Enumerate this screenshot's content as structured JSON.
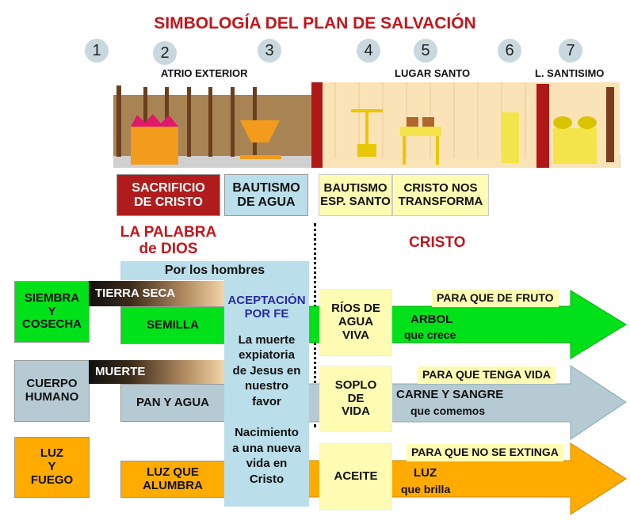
{
  "title": "SIMBOLOGÍA DEL PLAN DE SALVACIÓN",
  "numbers": [
    "1",
    "2",
    "3",
    "4",
    "5",
    "6",
    "7"
  ],
  "areas": {
    "atrio": "ATRIO EXTERIOR",
    "lugar": "LUGAR SANTO",
    "santisimo": "L. SANTISIMO"
  },
  "top_boxes": {
    "sacrificio": [
      "SACRIFICIO",
      "DE CRISTO"
    ],
    "bautismo_agua": [
      "BAUTISMO",
      "DE AGUA"
    ],
    "bautismo_esp": [
      "BAUTISMO",
      "ESP. SANTO"
    ],
    "transforma": [
      "CRISTO NOS",
      "TRANSFORMA"
    ]
  },
  "palabra": [
    "LA PALABRA",
    "de DIOS"
  ],
  "cristo": "CRISTO",
  "por_los_hombres": "Por los hombres",
  "column": {
    "aceptacion": [
      "ACEPTACIÓN",
      "POR FE"
    ],
    "muerte": [
      "La muerte",
      "expiatoria",
      "de Jesus en",
      "nuestro",
      "favor"
    ],
    "nacimiento": [
      "Nacimiento",
      "a una nueva",
      "vida en",
      "Cristo"
    ]
  },
  "rows": [
    {
      "left": [
        "SIEMBRA",
        "Y",
        "COSECHA"
      ],
      "bar": "TIERRA SECA",
      "item": "SEMILLA",
      "yellow": [
        "RÍOS DE",
        "AGUA",
        "VIVA"
      ],
      "tag": "PARA QUE DE FRUTO",
      "result": "ARBOL",
      "result_sub": "que crece",
      "color": "#00e11a"
    },
    {
      "left": [
        "CUERPO",
        "HUMANO"
      ],
      "bar": "MUERTE",
      "item": "PAN Y AGUA",
      "yellow": [
        "SOPLO",
        "DE",
        "VIDA"
      ],
      "tag": "PARA QUE TENGA VIDA",
      "result": "CARNE Y SANGRE",
      "result_sub": "que comemos",
      "color": "#b6cad3"
    },
    {
      "left": [
        "LUZ",
        "Y",
        "FUEGO"
      ],
      "bar": "",
      "item": [
        "LUZ QUE",
        "ALUMBRA"
      ],
      "yellow": [
        "ACEITE"
      ],
      "tag": "PARA QUE NO SE EXTINGA",
      "result": "LUZ",
      "result_sub": "que brilla",
      "color": "#ffab00"
    }
  ]
}
